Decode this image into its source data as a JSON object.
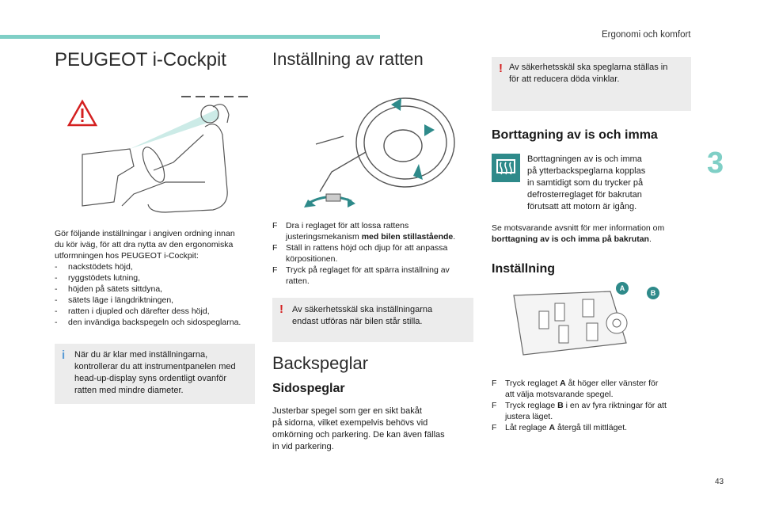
{
  "header": {
    "section": "Ergonomi och komfort",
    "chapter": "3",
    "page": "43"
  },
  "col1": {
    "title": "PEUGEOT i-Cockpit",
    "intro_lines": [
      "Gör följande inställningar i angiven ordning innan",
      "du kör iväg, för att dra nytta av den ergonomiska",
      "utformningen hos PEUGEOT i-Cockpit:"
    ],
    "steps": [
      "nackstödets höjd,",
      "ryggstödets lutning,",
      "höjden på sätets sittdyna,",
      "sätets läge i längdriktningen,",
      "ratten i djupled och därefter dess höjd,",
      "den invändiga backspegeln och sidospeglarna."
    ],
    "step_marker": "-",
    "info_note_lines": [
      "När du är klar med inställningarna,",
      "kontrollerar du att instrumentpanelen med",
      "head-up-display syns ordentligt ovanför",
      "ratten med mindre diameter."
    ]
  },
  "col2": {
    "title": "Inställning av ratten",
    "bullet": "F",
    "step1_a": "Dra i reglaget för att lossa rattens",
    "step1_b": "justeringsmekanism ",
    "step1_bold": "med bilen stillastående",
    "step1_end": ".",
    "step2_lines": [
      "Ställ in rattens höjd och djup för att anpassa",
      "körpositionen."
    ],
    "step3_lines": [
      "Tryck på reglaget för att spärra inställning av",
      "ratten."
    ],
    "warn_note_lines": [
      "Av säkerhetsskäl ska inställningarna",
      "endast utföras när bilen står stilla."
    ],
    "mirrors_title": "Backspeglar",
    "side_mirrors_title": "Sidospeglar",
    "side_mirrors_lines": [
      "Justerbar spegel som ger en sikt bakåt",
      "på sidorna, vilket exempelvis behövs vid",
      "omkörning och parkering. De kan även fällas",
      "in vid parkering."
    ]
  },
  "col3": {
    "warn_note_lines": [
      "Av säkerhetsskäl ska speglarna ställas in",
      "för att reducera döda vinklar."
    ],
    "defrost_title": "Borttagning av is och imma",
    "defrost_lines": [
      "Borttagningen av is och imma",
      "på ytterbackspeglarna kopplas",
      "in samtidigt som du trycker på",
      "defrosterreglaget för bakrutan",
      "förutsatt att motorn är igång."
    ],
    "ref_line1": "Se motsvarande avsnitt för mer information om",
    "ref_bold": "borttagning av is och imma på bakrutan",
    "ref_end": ".",
    "setting_title": "Inställning",
    "label_a": "A",
    "label_b": "B",
    "bullet": "F",
    "s1_pre": "Tryck reglaget ",
    "s1_bold": "A",
    "s1_post": " åt höger eller vänster för",
    "s1_line2": "att välja motsvarande spegel.",
    "s2_pre": "Tryck reglage ",
    "s2_bold": "B",
    "s2_post": " i en av fyra riktningar för att",
    "s2_line2": "justera läget.",
    "s3_pre": "Låt reglage ",
    "s3_bold": "A",
    "s3_post": " återgå till mittläget."
  },
  "colors": {
    "accent": "#7fcfc6",
    "warning": "#d42020",
    "info": "#5a9bd5",
    "note_bg": "#ececec",
    "defrost_bg": "#2e8a8a"
  }
}
